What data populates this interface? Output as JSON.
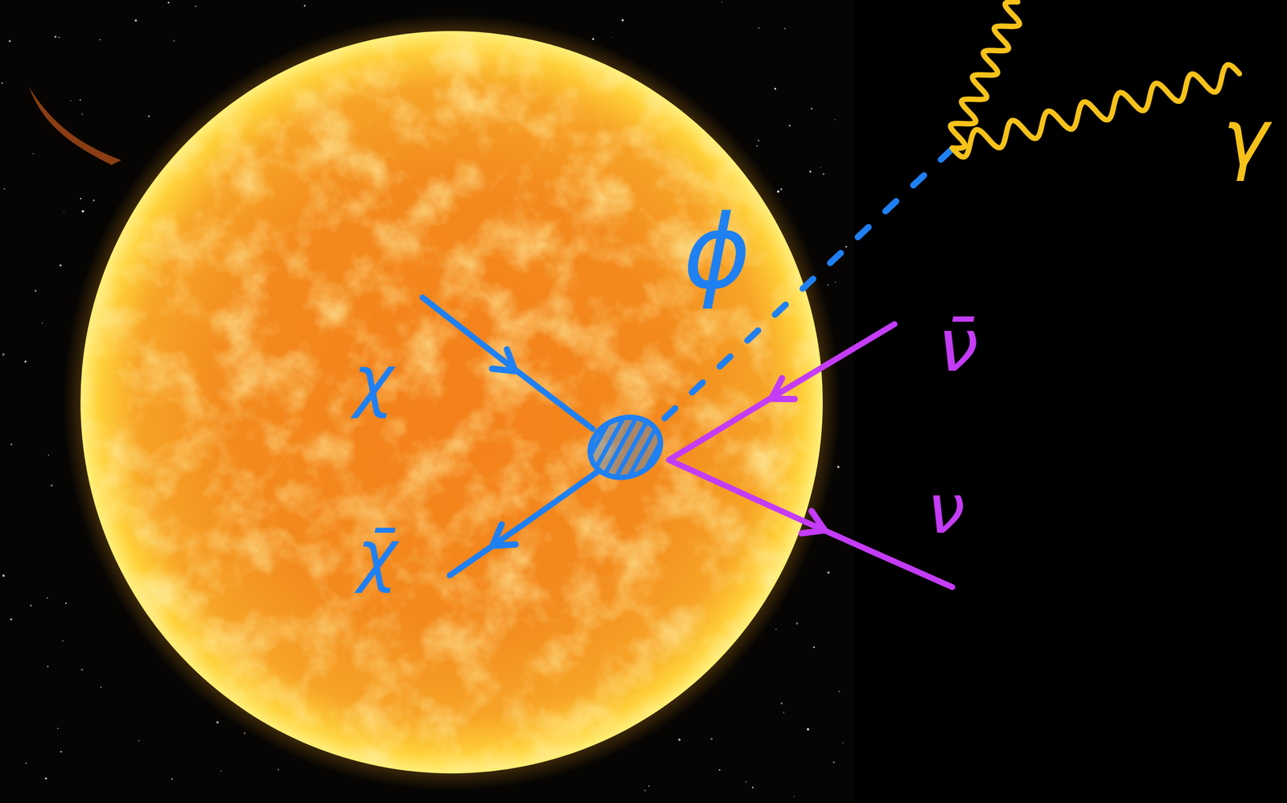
{
  "diagram": {
    "labels": [
      "χ",
      "χ̄",
      "ϕ",
      "ν̄",
      "ν",
      "γ"
    ]
  }
}
